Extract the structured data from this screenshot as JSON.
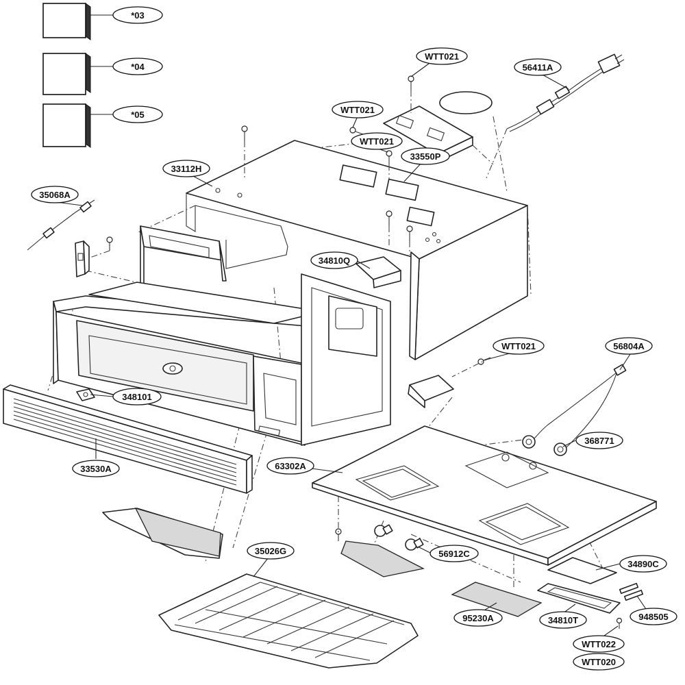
{
  "callouts": [
    {
      "id": "c03",
      "label": "*03"
    },
    {
      "id": "c04",
      "label": "*04"
    },
    {
      "id": "c05",
      "label": "*05"
    },
    {
      "id": "cwtt021a",
      "label": "WTT021"
    },
    {
      "id": "c56411a",
      "label": "56411A"
    },
    {
      "id": "cwtt021b",
      "label": "WTT021"
    },
    {
      "id": "cwtt021c",
      "label": "WTT021"
    },
    {
      "id": "c33550p",
      "label": "33550P"
    },
    {
      "id": "c33112h",
      "label": "33112H"
    },
    {
      "id": "c35068a",
      "label": "35068A"
    },
    {
      "id": "c34810q",
      "label": "34810Q"
    },
    {
      "id": "cwtt021d",
      "label": "WTT021"
    },
    {
      "id": "c56804a",
      "label": "56804A"
    },
    {
      "id": "c348101",
      "label": "348101"
    },
    {
      "id": "c368771",
      "label": "368771"
    },
    {
      "id": "c33530a",
      "label": "33530A"
    },
    {
      "id": "c63302a",
      "label": "63302A"
    },
    {
      "id": "c35026g",
      "label": "35026G"
    },
    {
      "id": "c56912c",
      "label": "56912C"
    },
    {
      "id": "c34890c",
      "label": "34890C"
    },
    {
      "id": "c95230a",
      "label": "95230A"
    },
    {
      "id": "c34810t",
      "label": "34810T"
    },
    {
      "id": "c948505",
      "label": "948505"
    },
    {
      "id": "cwtt022",
      "label": "WTT022"
    },
    {
      "id": "cwtt020",
      "label": "WTT020"
    }
  ]
}
